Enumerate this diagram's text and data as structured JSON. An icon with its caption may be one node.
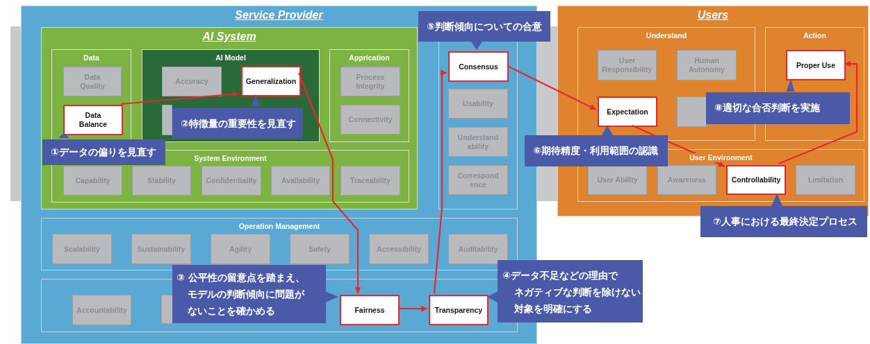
{
  "diagram": {
    "nodes": [
      {
        "text": [
          "Service Provider"
        ]
      },
      {
        "text": [
          "AI System"
        ],
        "in": 0
      },
      {
        "text": [
          "Data"
        ],
        "in": 1
      },
      {
        "text": [
          "Data Quality"
        ],
        "in": 2
      },
      {
        "text": [
          "Data Balance"
        ],
        "in": 2
      },
      {
        "text": [
          "AI Model"
        ],
        "in": 1
      },
      {
        "text": [
          "Accuracy"
        ],
        "in": 5
      },
      {
        "text": [],
        "shape": "box",
        "in": 5
      },
      {
        "text": [
          "Generalization"
        ],
        "in": 5
      },
      {
        "text": [
          "Apprication"
        ],
        "in": 1
      },
      {
        "text": [
          "Process Integrity"
        ],
        "in": 9
      },
      {
        "text": [
          "Connectivity"
        ],
        "in": 9
      },
      {
        "text": [
          "System Environment"
        ],
        "in": 1
      },
      {
        "text": [
          "Capability"
        ],
        "in": 12
      },
      {
        "text": [
          "Stability"
        ],
        "in": 12
      },
      {
        "text": [
          "Confidentiality"
        ],
        "in": 12
      },
      {
        "text": [
          "Availability"
        ],
        "in": 12
      },
      {
        "text": [
          "Traceability"
        ],
        "in": 12
      },
      {
        "text": [],
        "shape": "box",
        "in": 0
      },
      {
        "text": [
          "Consensus"
        ],
        "in": 18
      },
      {
        "text": [
          "Usability"
        ],
        "in": 18
      },
      {
        "text": [
          "Understand ability"
        ],
        "in": 18
      },
      {
        "text": [
          "Correspond ence"
        ],
        "in": 18
      },
      {
        "text": [
          "Operation Management"
        ],
        "in": 0
      },
      {
        "text": [
          "Scalability"
        ],
        "in": 23
      },
      {
        "text": [
          "Sustainability"
        ],
        "in": 23
      },
      {
        "text": [
          "Agility"
        ],
        "in": 23
      },
      {
        "text": [
          "Safety"
        ],
        "in": 23
      },
      {
        "text": [
          "Accessibility"
        ],
        "in": 23
      },
      {
        "text": [
          "Auditability"
        ],
        "in": 23
      },
      {
        "text": [],
        "shape": "box",
        "in": 0
      },
      {
        "text": [
          "Accountability"
        ],
        "in": 30
      },
      {
        "text": [],
        "shape": "box",
        "in": 30
      },
      {
        "text": [
          "Fairness"
        ],
        "in": 30
      },
      {
        "text": [
          "Transparency"
        ],
        "in": 30
      },
      {
        "text": [
          "Users"
        ]
      },
      {
        "text": [
          "Understand"
        ],
        "in": 35
      },
      {
        "text": [
          "User Responsibility"
        ],
        "in": 36
      },
      {
        "text": [
          "Human Autonomy"
        ],
        "in": 36
      },
      {
        "text": [
          "Expectation"
        ],
        "in": 36
      },
      {
        "text": [],
        "shape": "box",
        "in": 36
      },
      {
        "text": [
          "Action"
        ],
        "in": 35
      },
      {
        "text": [
          "Proper Use"
        ],
        "in": 41
      },
      {
        "text": [
          "User Environment"
        ],
        "in": 35
      },
      {
        "text": [
          "User Ability"
        ],
        "in": 43
      },
      {
        "text": [
          "Awareness"
        ],
        "in": 43
      },
      {
        "text": [
          "Controllability"
        ],
        "in": 43
      },
      {
        "text": [
          "Limitation"
        ],
        "in": 43
      },
      {
        "text": [
          "①データの偏りを見直す"
        ],
        "in": 1
      },
      {
        "text": [
          "②特徴量の重要性を見直す"
        ],
        "in": 5
      },
      {
        "text": [
          "③ 公平性の留意点を踏まえ、モデルの判断傾向に問題がないことを確かめる"
        ],
        "in": 0
      },
      {
        "text": [
          "④データ不足などの理由でネガティブな判断を除けない対象を明確にする"
        ]
      },
      {
        "text": [
          "⑤判断傾向についての合意"
        ]
      },
      {
        "text": [
          "⑥期待精度・利用範囲の認識"
        ]
      },
      {
        "text": [
          "⑦人事における最終決定プロセス"
        ]
      },
      {
        "text": [
          "⑧適切な合否判断を実施"
        ],
        "in": 35
      }
    ],
    "edges": [
      {
        "from": 4,
        "to": 8,
        "arrow": "to",
        "color": "#e8262b"
      },
      {
        "from": 8,
        "to": 33,
        "arrow": "to",
        "color": "#e8262b"
      },
      {
        "from": 33,
        "to": 34,
        "arrow": "to",
        "color": "#e8262b"
      },
      {
        "from": 34,
        "to": 19,
        "arrow": "to",
        "color": "#e8262b"
      },
      {
        "from": 19,
        "to": 39,
        "arrow": "to",
        "color": "#e8262b"
      },
      {
        "from": 39,
        "to": 46,
        "arrow": "to",
        "color": "#e8262b"
      },
      {
        "from": 46,
        "to": 42,
        "arrow": "to",
        "color": "#e8262b"
      },
      {
        "from": 48,
        "to": 4,
        "arrow": "to"
      },
      {
        "from": 49,
        "to": 8,
        "arrow": "to"
      },
      {
        "from": 50,
        "to": 33,
        "arrow": "to"
      },
      {
        "from": 51,
        "to": 34,
        "arrow": "to"
      },
      {
        "from": 52,
        "to": 19,
        "arrow": "to"
      },
      {
        "from": 53,
        "to": 39,
        "arrow": "to"
      },
      {
        "from": 54,
        "to": 46,
        "arrow": "to"
      },
      {
        "from": 55,
        "to": 42,
        "arrow": "to"
      }
    ]
  }
}
